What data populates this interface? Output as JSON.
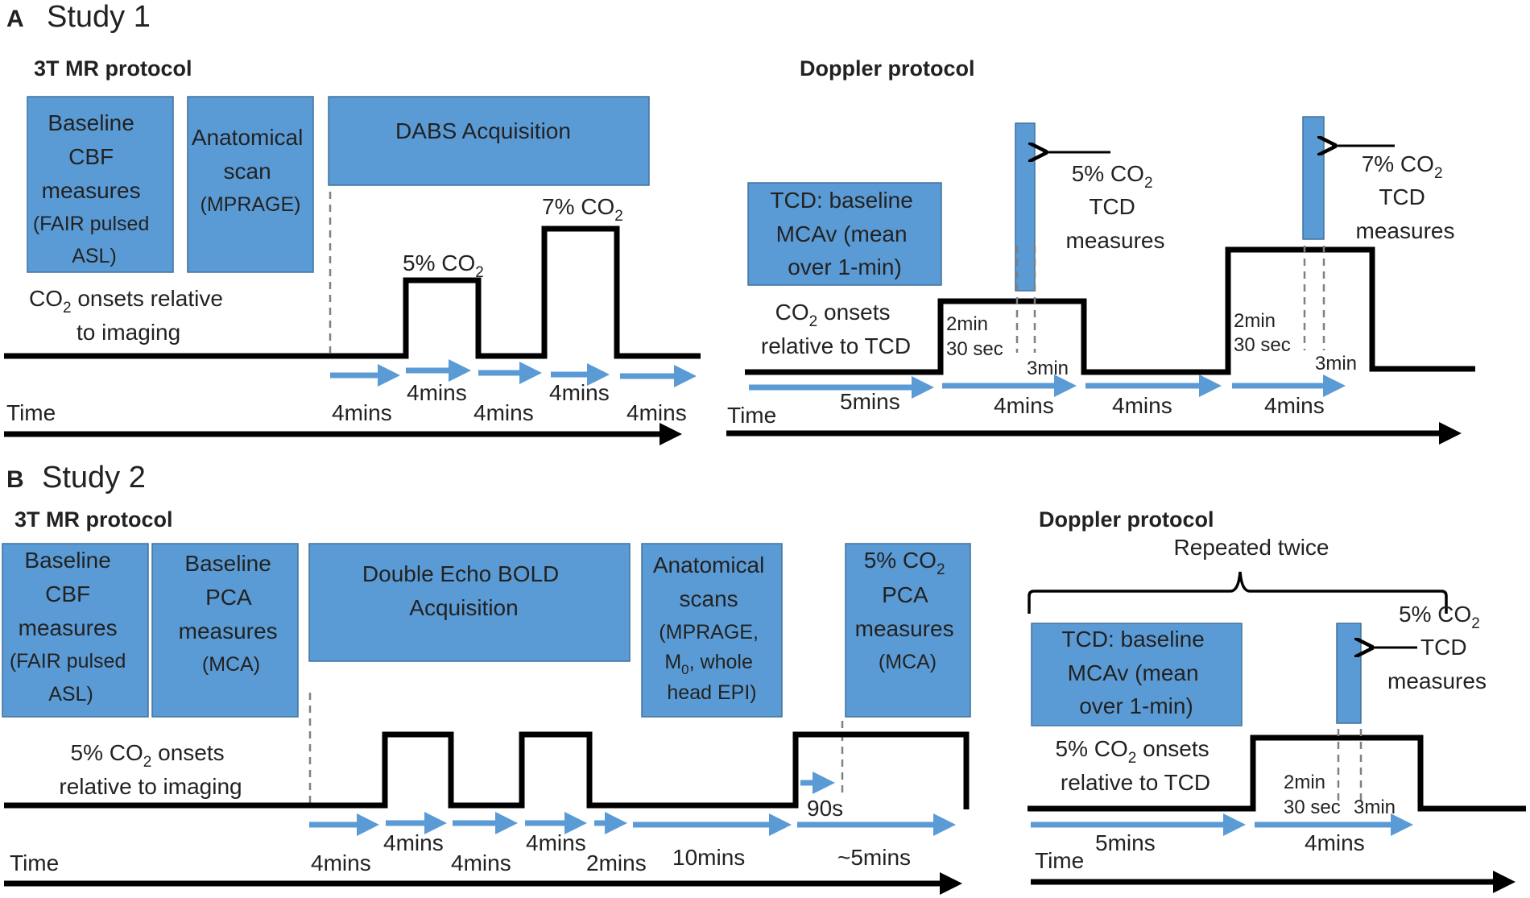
{
  "panel_a": {
    "letter": "A",
    "title": "Study 1",
    "mr_heading": "3T MR protocol",
    "doppler_heading": "Doppler protocol",
    "box_baseline": [
      "Baseline",
      "CBF",
      "measures",
      "(FAIR pulsed",
      "ASL)"
    ],
    "box_anatomical": [
      "Anatomical",
      "scan",
      "(MPRAGE)"
    ],
    "box_dabs": "DABS Acquisition",
    "co2_5_label": "5% CO",
    "co2_7_label": "7% CO",
    "subscript": "2",
    "onsets_imaging": [
      "CO",
      " onsets relative",
      "to imaging"
    ],
    "mr_durations": [
      "4mins",
      "4mins",
      "4mins",
      "4mins",
      "4mins"
    ],
    "time_label": "Time",
    "tcd_box": [
      "TCD: baseline",
      "MCAv (mean",
      "over 1-min)"
    ],
    "onsets_tcd": [
      "CO",
      " onsets",
      "relative to TCD"
    ],
    "tcd5_measures": [
      "5% CO",
      "TCD",
      "measures"
    ],
    "tcd7_measures": [
      "7% CO",
      "TCD",
      "measures"
    ],
    "two_min_label": [
      "2min",
      "30 sec"
    ],
    "three_min_label": "3min",
    "doppler_durations": [
      "5mins",
      "4mins",
      "4mins",
      "4mins"
    ]
  },
  "panel_b": {
    "letter": "B",
    "title": "Study 2",
    "mr_heading": "3T MR protocol",
    "doppler_heading": "Doppler protocol",
    "repeated": "Repeated twice",
    "box_baseline_cbf": [
      "Baseline",
      "CBF",
      "measures",
      "(FAIR pulsed",
      "ASL)"
    ],
    "box_baseline_pca": [
      "Baseline",
      "PCA",
      "measures",
      "(MCA)"
    ],
    "box_bold": [
      "Double Echo BOLD",
      "Acquisition"
    ],
    "box_anat": [
      "Anatomical",
      "scans",
      "(MPRAGE,",
      "M",
      "0",
      ", whole",
      "head EPI)"
    ],
    "box_pca_co2": [
      "5% CO",
      "PCA",
      "measures",
      "(MCA)"
    ],
    "subscript": "2",
    "onsets_imaging": [
      "5% CO",
      " onsets",
      "relative to imaging"
    ],
    "mr_durations": [
      "4mins",
      "4mins",
      "4mins",
      "4mins",
      "2mins",
      "10mins",
      "90s",
      "~5mins"
    ],
    "time_label": "Time",
    "tcd_box": [
      "TCD: baseline",
      "MCAv (mean",
      "over 1-min)"
    ],
    "onsets_tcd": [
      "5% CO",
      " onsets",
      "relative to TCD"
    ],
    "tcd_measures": [
      "5% CO",
      "TCD",
      "measures"
    ],
    "two_min_label": [
      "2min",
      "30 sec"
    ],
    "three_min_label": "3min",
    "doppler_durations": [
      "5mins",
      "4mins"
    ]
  },
  "colors": {
    "box": "#5b9bd5",
    "box_border": "#41719c",
    "arrow": "#5b9bd5",
    "line": "#000000",
    "dash": "#808080"
  }
}
